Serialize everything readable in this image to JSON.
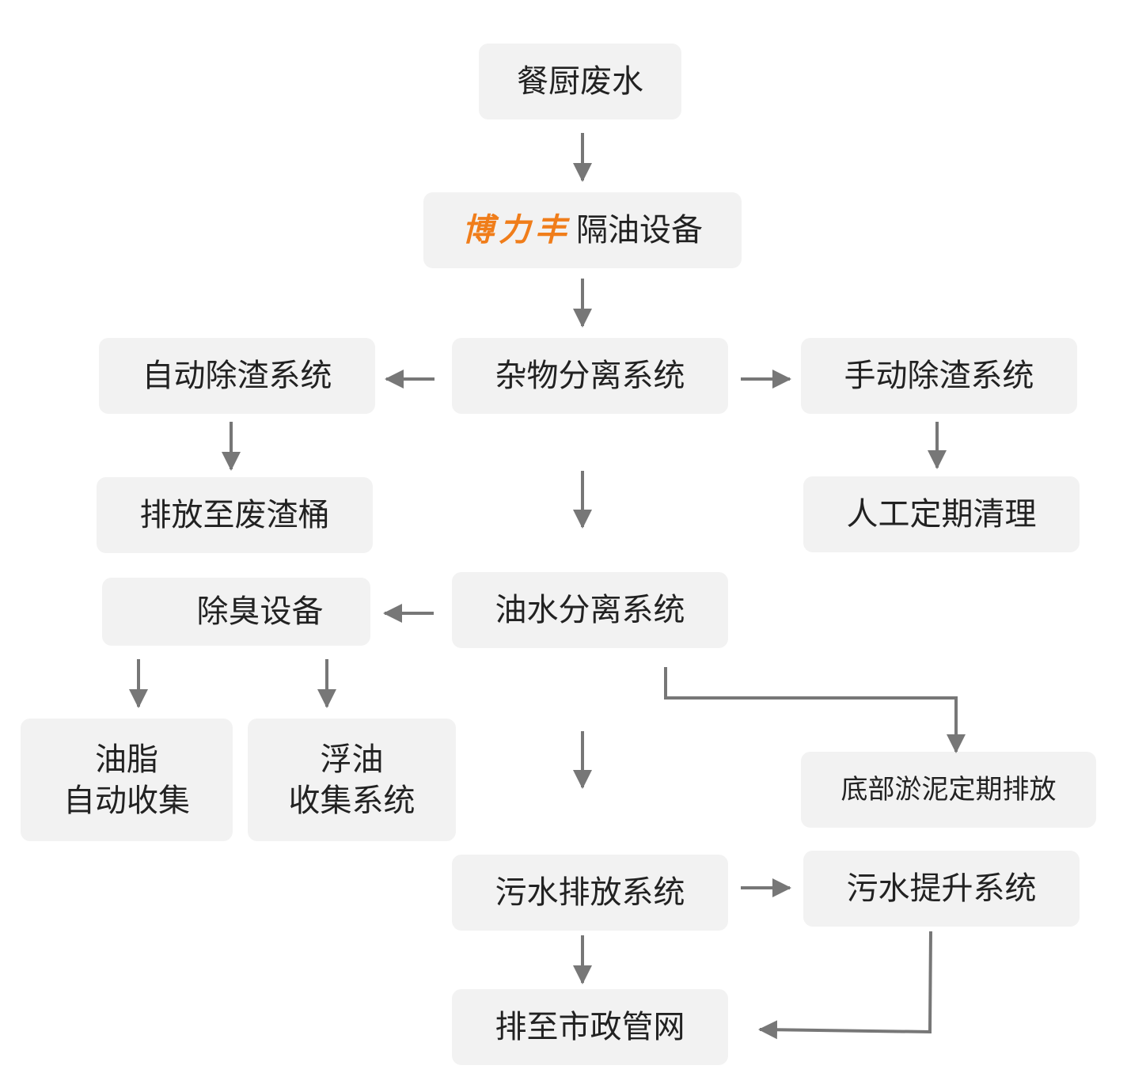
{
  "colors": {
    "box_background": "#f2f2f2",
    "text": "#222222",
    "brand": "#f07d1a",
    "arrow": "#777777"
  },
  "nodes": {
    "kitchen_wastewater": "餐厨废水",
    "grease_trap": {
      "brand": "博力丰",
      "label": "隔油设备"
    },
    "debris_separation": "杂物分离系统",
    "auto_slag_removal": "自动除渣系统",
    "manual_slag_removal": "手动除渣系统",
    "discharge_to_slag_bin": "排放至废渣桶",
    "manual_periodic_cleaning": "人工定期清理",
    "deodorization": "除臭设备",
    "oil_water_separation": "油水分离系统",
    "grease_auto_collection": {
      "line1": "油脂",
      "line2": "自动收集"
    },
    "floating_oil_collection": {
      "line1": "浮油",
      "line2": "收集系统"
    },
    "sludge_periodic_discharge": "底部淤泥定期排放",
    "sewage_discharge": "污水排放系统",
    "sewage_lift": "污水提升系统",
    "municipal_network": "排至市政管网"
  }
}
